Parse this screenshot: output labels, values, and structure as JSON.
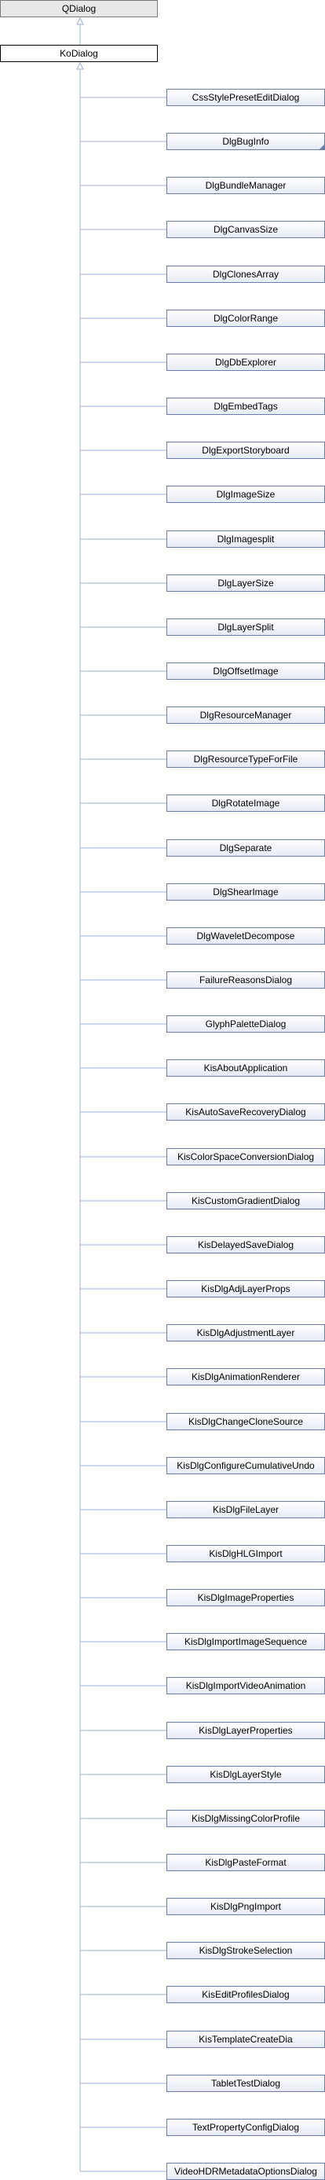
{
  "diagram": {
    "base_class": "QDialog",
    "current_class": "KoDialog",
    "subclasses": [
      "CssStylePresetEditDialog",
      "DlgBugInfo",
      "DlgBundleManager",
      "DlgCanvasSize",
      "DlgClonesArray",
      "DlgColorRange",
      "DlgDbExplorer",
      "DlgEmbedTags",
      "DlgExportStoryboard",
      "DlgImageSize",
      "DlgImagesplit",
      "DlgLayerSize",
      "DlgLayerSplit",
      "DlgOffsetImage",
      "DlgResourceManager",
      "DlgResourceTypeForFile",
      "DlgRotateImage",
      "DlgSeparate",
      "DlgShearImage",
      "DlgWaveletDecompose",
      "FailureReasonsDialog",
      "GlyphPaletteDialog",
      "KisAboutApplication",
      "KisAutoSaveRecoveryDialog",
      "KisColorSpaceConversionDialog",
      "KisCustomGradientDialog",
      "KisDelayedSaveDialog",
      "KisDlgAdjLayerProps",
      "KisDlgAdjustmentLayer",
      "KisDlgAnimationRenderer",
      "KisDlgChangeCloneSource",
      "KisDlgConfigureCumulativeUndo",
      "KisDlgFileLayer",
      "KisDlgHLGImport",
      "KisDlgImageProperties",
      "KisDlgImportImageSequence",
      "KisDlgImportVideoAnimation",
      "KisDlgLayerProperties",
      "KisDlgLayerStyle",
      "KisDlgMissingColorProfile",
      "KisDlgPasteFormat",
      "KisDlgPngImport",
      "KisDlgStrokeSelection",
      "KisEditProfilesDialog",
      "KisTemplateCreateDia",
      "TabletTestDialog",
      "TextPropertyConfigDialog",
      "VideoHDRMetadataOptionsDialog"
    ],
    "marked_subclasses": [
      "DlgBugInfo"
    ],
    "colors": {
      "edge": "#9aafd6",
      "node_border": "#6b7ca8",
      "base_fill": "#e8e8e8",
      "current_border": "#000000"
    }
  }
}
